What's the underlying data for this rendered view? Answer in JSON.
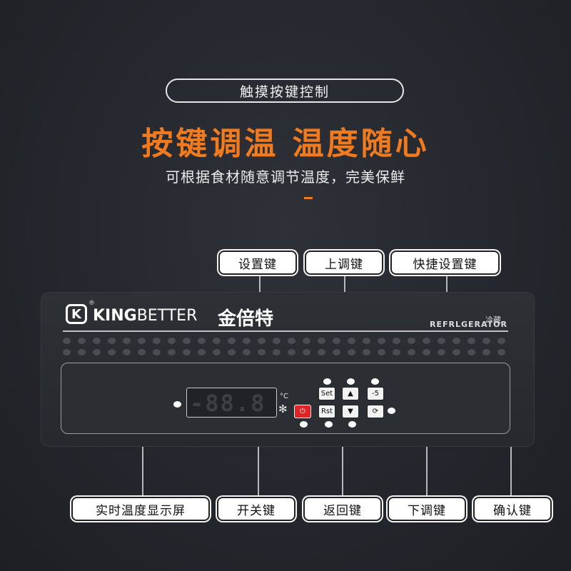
{
  "header": {
    "pill_text": "触摸按键控制",
    "headline": "按键调温  温度随心",
    "subline": "可根据食材随意调节温度，完美保鲜"
  },
  "brand": {
    "logo_mark": "K",
    "en_bold": "KING",
    "en_thin": "BETTER",
    "cn": "金倍特",
    "model_cn": "冷藏",
    "model_en": "REFRLGERATOR"
  },
  "display": {
    "readout": "-88.8",
    "unit": "°C",
    "snow_icon": "✻"
  },
  "keys": {
    "set": "Set",
    "up": "▲",
    "quick": "-5",
    "power": "⏻",
    "reset": "Rst",
    "down": "▼",
    "confirm": "⟳"
  },
  "labels": {
    "set_key": "设置键",
    "up_key": "上调键",
    "quick_set_key": "快捷设置键",
    "temp_display": "实时温度显示屏",
    "power_key": "开关键",
    "return_key": "返回键",
    "down_key": "下调键",
    "confirm_key": "确认键"
  },
  "colors": {
    "accent": "#f07a1d",
    "power_key": "#e02424",
    "background": "#24272d"
  }
}
